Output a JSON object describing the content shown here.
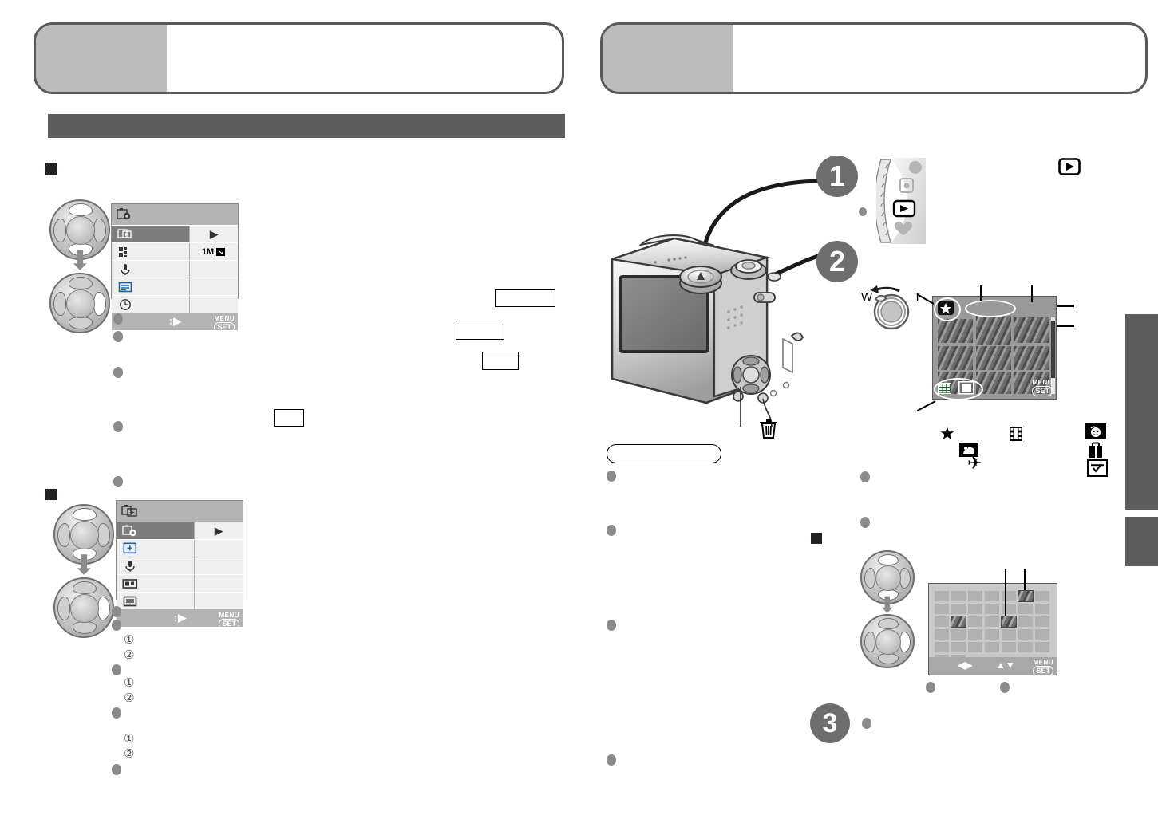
{
  "document": {
    "type": "digital-camera-instruction-manual-spread",
    "page_background": "#ffffff",
    "accent_dark": "#5d5d5d",
    "accent_tag": "#bcbcbc"
  },
  "left_page": {
    "header": {
      "tag": "",
      "title": ""
    },
    "section_band": {
      "label": ""
    },
    "subsections": [
      {
        "marker": "■",
        "label": ""
      },
      {
        "marker": "■",
        "label": ""
      }
    ],
    "menu_screen_rec": {
      "title_icon": "rec-menu-icon",
      "rows": [
        {
          "icon": "playback-mode-icon",
          "label": "",
          "value": "",
          "selected": true,
          "arrow": "▶"
        },
        {
          "icon": "picture-size-icon",
          "label": "",
          "value": "1M",
          "value_icon": "resize-icon",
          "selected": false
        },
        {
          "icon": "audio-dub-icon",
          "label": "",
          "value": "",
          "selected": false
        },
        {
          "icon": "text-stamp-icon",
          "label": "",
          "value": "",
          "selected": false
        },
        {
          "icon": "clock-set-icon",
          "label": "",
          "value": "",
          "selected": false
        }
      ],
      "footer_nav": "↕▶",
      "footer_menu_line1": "MENU",
      "footer_menu_line2": "SET"
    },
    "menu_screen_play": {
      "title_icon": "playback-menu-icon",
      "rows": [
        {
          "icon": "rec-mode-icon",
          "label": "",
          "value": "",
          "selected": true,
          "arrow": "▶"
        },
        {
          "icon": "face-detect-icon",
          "label": "",
          "value": "",
          "selected": false
        },
        {
          "icon": "audio-dub-icon",
          "label": "",
          "value": "",
          "selected": false
        },
        {
          "icon": "resize-icon",
          "label": "",
          "value": "",
          "selected": false
        },
        {
          "icon": "text-stamp-icon",
          "label": "",
          "value": "",
          "selected": false
        }
      ],
      "footer_nav": "↕▶",
      "footer_menu_line1": "MENU",
      "footer_menu_line2": "SET"
    },
    "cursor_pads": [
      {
        "name": "cursor-pad-updown",
        "highlight": "vertical"
      },
      {
        "name": "cursor-pad-right",
        "highlight": "right"
      }
    ],
    "bullets_count": 11,
    "sub_numbers": [
      "①",
      "②",
      "①",
      "②",
      "①",
      "②"
    ],
    "reference_boxes": 4
  },
  "right_page": {
    "header": {
      "tag": "",
      "title": ""
    },
    "steps": [
      {
        "number": "1",
        "target": "mode-dial"
      },
      {
        "number": "2",
        "target": "zoom-lever"
      },
      {
        "number": "3",
        "target": "cursor-pad"
      }
    ],
    "camera": {
      "view": "rear-three-quarter",
      "parts": {
        "mode_dial": "mode-dial",
        "shutter_zoom": "shutter-and-zoom-lever",
        "lcd_monitor": "lcd-monitor",
        "cursor_pad": "cursor-pad",
        "delete_button": "delete-button"
      },
      "delete_icon": "🗑",
      "delete_icon_name": "trash-icon"
    },
    "mode_dial_detail": {
      "name": "mode-dial-playback-position",
      "selected_icon": "▶",
      "other_icons": [
        "scene-mode-icon",
        "clipboard-icon",
        "heart-icon"
      ]
    },
    "zoom_lever": {
      "name": "zoom-lever",
      "wide_label": "W",
      "tele_label": "T",
      "direction": "toward-W"
    },
    "playback_icon": {
      "name": "playback-mode-icon",
      "glyph": "▶"
    },
    "thumbnail_screen": {
      "name": "multi-playback-thumbnail-screen",
      "columns": 3,
      "rows": 3,
      "favorite_badge": "★",
      "callouts": [
        "recording-info",
        "scroll-bar",
        "selected-frame"
      ],
      "bottom_icons": [
        "multi-playback-icon",
        "single-playback-icon"
      ],
      "footer_menu_line1": "MENU",
      "footer_menu_line2": "SET"
    },
    "icon_legend": [
      {
        "name": "favorite-star-icon",
        "glyph": "★"
      },
      {
        "name": "pet-icon",
        "glyph": "pet"
      },
      {
        "name": "motion-picture-icon",
        "glyph": "film"
      },
      {
        "name": "travel-date-icon",
        "glyph": "✈"
      },
      {
        "name": "baby-icon",
        "glyph": "baby"
      },
      {
        "name": "suitcase-icon",
        "glyph": "suitcase"
      },
      {
        "name": "calendar-check-icon",
        "glyph": "calendar"
      }
    ],
    "calendar_screen": {
      "name": "calendar-playback-screen",
      "columns": 7,
      "rows": 6,
      "callouts": [
        "selected-date",
        "date-with-pictures"
      ],
      "footer_nav_lr": "◀▶",
      "footer_nav_ud": "▲▼",
      "footer_menu_line1": "MENU",
      "footer_menu_line2": "SET"
    },
    "subsection": {
      "marker": "■",
      "label": ""
    },
    "cursor_pads": [
      {
        "name": "cursor-pad-updown",
        "highlight": "vertical"
      },
      {
        "name": "cursor-pad-right",
        "highlight": "right"
      }
    ],
    "bullets_count": 9,
    "label_pill": ""
  },
  "side_tabs": [
    {
      "name": "side-tab-upper",
      "label": ""
    },
    {
      "name": "side-tab-lower",
      "label": ""
    }
  ]
}
